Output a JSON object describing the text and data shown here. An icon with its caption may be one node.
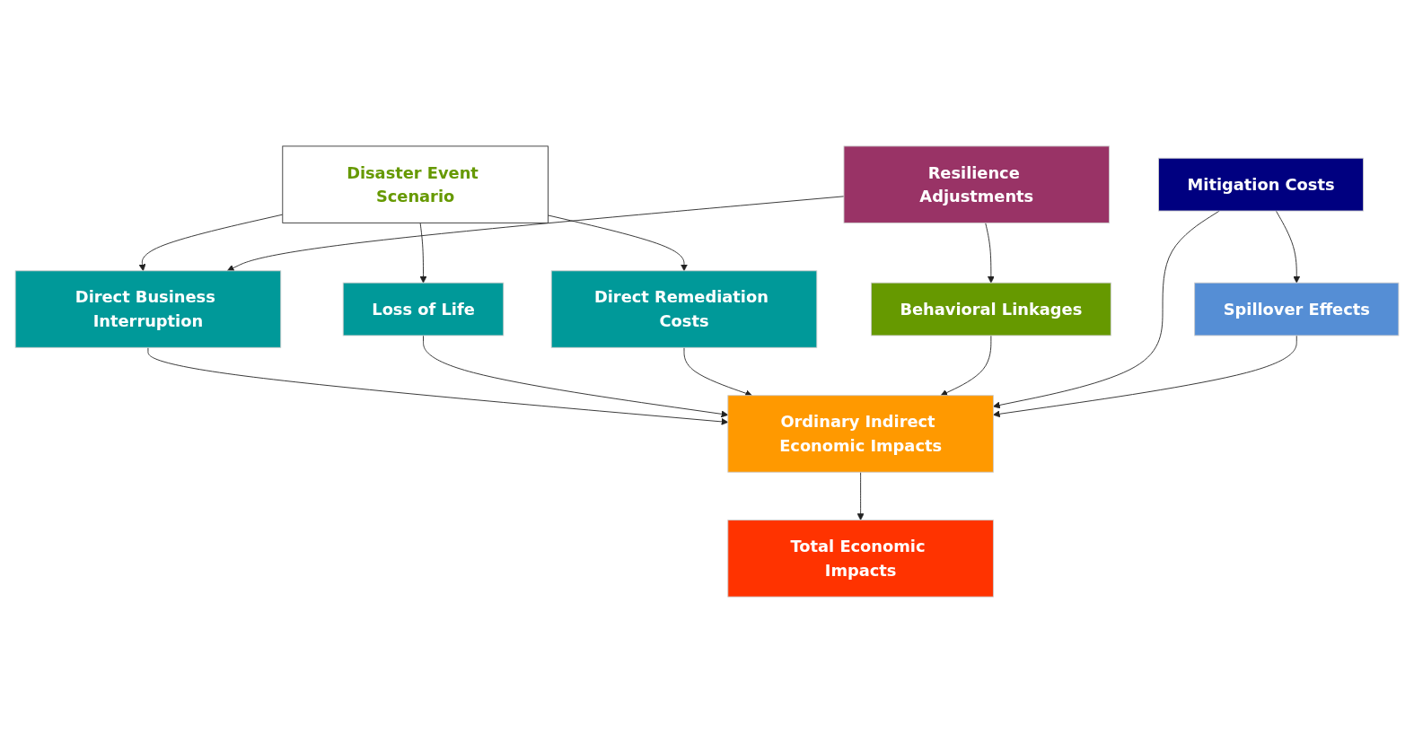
{
  "diagram": {
    "nodes": [
      {
        "text": [
          "Disaster Event Scenario"
        ]
      },
      {
        "text": [
          "Direct Business Interruption"
        ]
      },
      {
        "text": [
          "Loss of Life"
        ]
      },
      {
        "text": [
          "Direct Remediation Costs"
        ]
      },
      {
        "text": [
          "Resilience Adjustments"
        ]
      },
      {
        "text": [
          "Behavioral Linkages"
        ]
      },
      {
        "text": [
          "Ordinary Indirect Economic Impacts"
        ]
      },
      {
        "text": [
          "Mitigation Costs"
        ]
      },
      {
        "text": [
          "Spillover Effects"
        ]
      },
      {
        "text": [
          "Total Economic Impacts"
        ]
      }
    ],
    "edges": [
      {
        "from": 0,
        "to": 1,
        "arrow": "to"
      },
      {
        "from": 0,
        "to": 2,
        "arrow": "to"
      },
      {
        "from": 0,
        "to": 3,
        "arrow": "to"
      },
      {
        "from": 4,
        "to": 1,
        "arrow": "to"
      },
      {
        "from": 1,
        "to": 6,
        "arrow": "to"
      },
      {
        "from": 2,
        "to": 6,
        "arrow": "to"
      },
      {
        "from": 3,
        "to": 6,
        "arrow": "to"
      },
      {
        "from": 4,
        "to": 5,
        "arrow": "to"
      },
      {
        "from": 5,
        "to": 6,
        "arrow": "to"
      },
      {
        "from": 7,
        "to": 6,
        "arrow": "to"
      },
      {
        "from": 7,
        "to": 8,
        "arrow": "to"
      },
      {
        "from": 8,
        "to": 6,
        "arrow": "to"
      },
      {
        "from": 6,
        "to": 9,
        "arrow": "to"
      }
    ]
  }
}
